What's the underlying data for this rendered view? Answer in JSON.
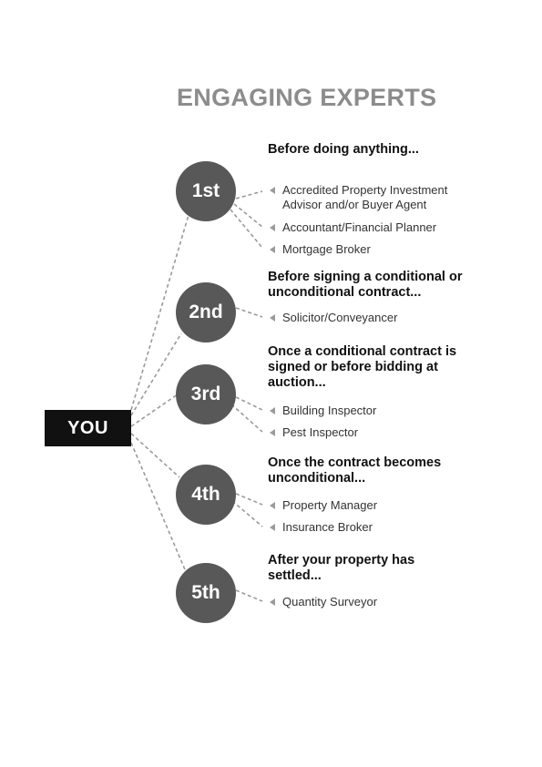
{
  "title": "ENGAGING EXPERTS",
  "you_label": "YOU",
  "colors": {
    "title": "#8c8c8c",
    "circle": "#585858",
    "you_box": "#111111",
    "connector": "#9a9a9a"
  },
  "stages": [
    {
      "label": "1st",
      "heading": "Before doing anything...",
      "experts": [
        "Accredited Property Investment Advisor and/or Buyer Agent",
        "Accountant/Financial Planner",
        "Mortgage Broker"
      ]
    },
    {
      "label": "2nd",
      "heading": "Before signing a conditional or unconditional contract...",
      "experts": [
        "Solicitor/Conveyancer"
      ]
    },
    {
      "label": "3rd",
      "heading": "Once a conditional contract is signed or before bidding at auction...",
      "experts": [
        "Building Inspector",
        "Pest Inspector"
      ]
    },
    {
      "label": "4th",
      "heading": "Once the contract becomes unconditional...",
      "experts": [
        "Property Manager",
        "Insurance Broker"
      ]
    },
    {
      "label": "5th",
      "heading": "After your property has settled...",
      "experts": [
        "Quantity Surveyor"
      ]
    }
  ]
}
